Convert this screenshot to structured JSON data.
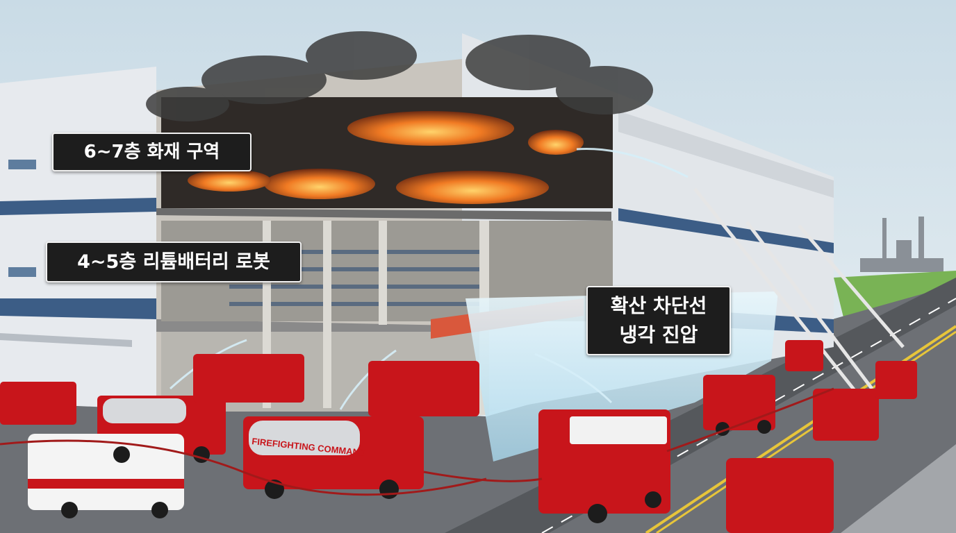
{
  "labels": {
    "floors_6_7": "6~7층 화재 구역",
    "floors_4_5": "4~5층 리튬배터리 로봇",
    "containment_line_1": "확산 차단선",
    "containment_line_2": "냉각 진압"
  },
  "vehicle_text": {
    "command_truck": "FIREFIGHTING COMMAND"
  },
  "colors": {
    "sky": "#dfe9ef",
    "fire": "#e8641e",
    "smoke": "#3b3b3b",
    "fire_truck_red": "#c8151b",
    "water": "#bfe3f2",
    "road": "#5d5f63",
    "grass": "#6fae4a",
    "callout_bg": "#1d1d1d",
    "callout_text": "#ffffff"
  }
}
